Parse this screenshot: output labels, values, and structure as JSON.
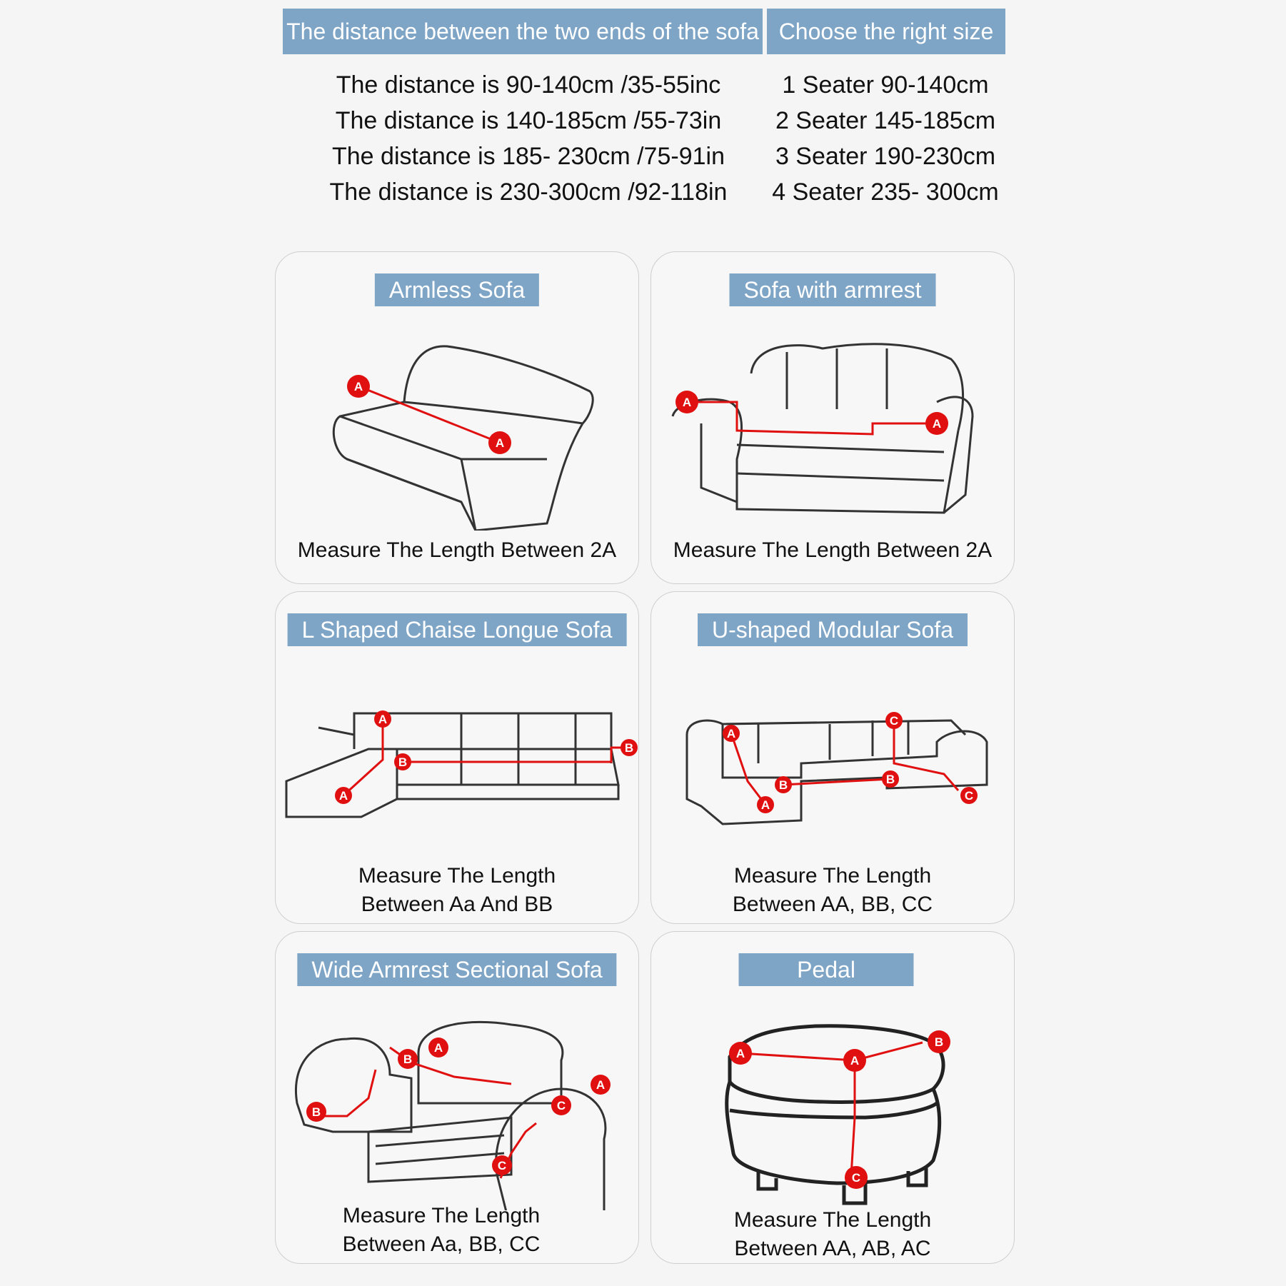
{
  "header": {
    "left": "The distance between the two ends of the sofa",
    "right": "Choose the right size"
  },
  "distances": [
    "The distance is 90-140cm /35-55inc",
    "The distance is 140-185cm /55-73in",
    "The distance is 185- 230cm /75-91in",
    "The distance is 230-300cm /92-118in"
  ],
  "seaters": [
    "1 Seater 90-140cm",
    "2 Seater 145-185cm",
    "3 Seater 190-230cm",
    "4 Seater 235- 300cm"
  ],
  "cards": [
    {
      "title": "Armless Sofa",
      "caption": [
        "Measure The Length Between 2A"
      ]
    },
    {
      "title": "Sofa with armrest",
      "caption": [
        "Measure The Length Between 2A"
      ]
    },
    {
      "title": "L Shaped Chaise Longue Sofa",
      "caption": [
        "Measure The Length",
        "Between Aa And BB"
      ]
    },
    {
      "title": "U-shaped Modular Sofa",
      "caption": [
        "Measure The Length",
        "Between AA, BB, CC"
      ]
    },
    {
      "title": "Wide Armrest Sectional Sofa",
      "caption": [
        "Measure The Length",
        "Between Aa, BB, CC"
      ]
    },
    {
      "title": "Pedal",
      "caption": [
        "Measure The Length",
        "Between AA, AB, AC"
      ]
    }
  ],
  "markers": {
    "a": "A",
    "b": "B",
    "c": "C"
  },
  "colors": {
    "accent": "#7ea4c6",
    "marker": "#e01010",
    "line": "#e01010"
  }
}
